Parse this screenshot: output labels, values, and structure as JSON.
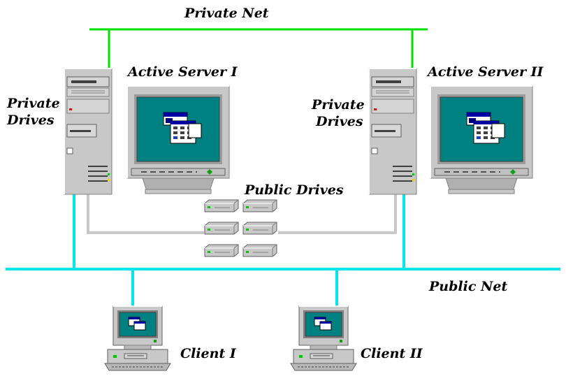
{
  "labels": {
    "private_net": "Private Net",
    "public_net": "Public Net",
    "active_server_1": "Active Server I",
    "active_server_2": "Active Server II",
    "private_drives_left": [
      "Private",
      "Drives"
    ],
    "private_drives_right": [
      "Private",
      "Drives"
    ],
    "public_drives": "Public Drives",
    "client_1": "Client I",
    "client_2": "Client II"
  },
  "colors": {
    "private_net": "#00e000",
    "public_net": "#00e8ec",
    "drive_cables": "#c8c8c8",
    "screen": "#008080",
    "case": "#c8c8c8"
  }
}
